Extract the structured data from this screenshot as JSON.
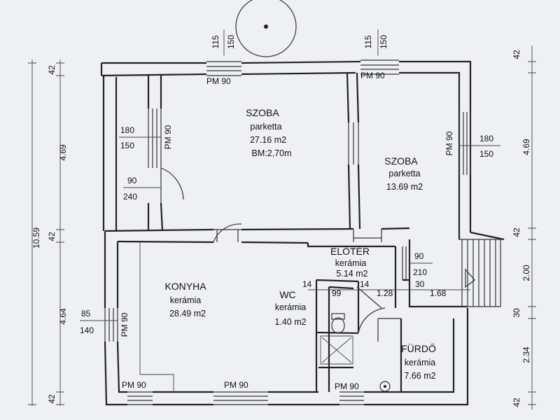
{
  "rooms": [
    {
      "name": "SZOBA",
      "floor": "parketta",
      "area": "27.16 m2",
      "extra": "BM:2,70m"
    },
    {
      "name": "SZOBA",
      "floor": "parketta",
      "area": "13.69 m2"
    },
    {
      "name": "KONYHA",
      "floor": "kerámia",
      "area": "28.49 m2"
    },
    {
      "name": "ELŐTÉR",
      "floor": "kerámia",
      "area": "5.14 m2"
    },
    {
      "name": "WC",
      "floor": "kerámia",
      "area": "1.40 m2"
    },
    {
      "name": "FÜRDŐ",
      "floor": "kerámia",
      "area": "7.66 m2"
    }
  ],
  "windows": {
    "top_left": {
      "label": "PM 90",
      "w": "115",
      "h": "150"
    },
    "top_right": {
      "label": "PM 90",
      "w": "115",
      "h": "150"
    },
    "left_upper": {
      "label": "PM 90",
      "w": "180",
      "h": "150"
    },
    "right_upper": {
      "label": "PM 90",
      "w": "180",
      "h": "150"
    },
    "left_lower": {
      "label": "PM 90",
      "w": "85",
      "h": "140"
    },
    "bottom_1": {
      "label": "PM 90"
    },
    "bottom_2": {
      "label": "PM 90"
    },
    "bottom_3": {
      "label": "PM 90"
    }
  },
  "doors": {
    "left": {
      "w": "90",
      "h": "240"
    },
    "entry": {
      "w": "90",
      "h": "210"
    }
  },
  "dims_left": [
    "42",
    "4.69",
    "42",
    "4.64",
    "42"
  ],
  "dims_left_total": "10.59",
  "dims_right": [
    "42",
    "4.69",
    "42",
    "2.00",
    "30",
    "2.34",
    "42"
  ],
  "dims_inner": {
    "a": "14",
    "b": "99",
    "c": "14",
    "d": "1.28",
    "e": "30",
    "f": "1.68"
  }
}
